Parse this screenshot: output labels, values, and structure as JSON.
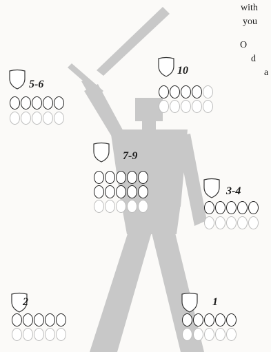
{
  "side_text": {
    "line_1": "with",
    "line_2": "you",
    "line_3": "O",
    "line_4": "d",
    "line_5": "a"
  },
  "locations": [
    {
      "name": "head",
      "range": "10",
      "armor_pips": 5,
      "armor_pips_faint": 1,
      "structure_pips": 5
    },
    {
      "name": "right-arm",
      "range": "5-6",
      "armor_pips": 5,
      "armor_pips_faint": 0,
      "structure_pips": 5
    },
    {
      "name": "torso",
      "range": "7-9",
      "armor_pips": 10,
      "armor_pips_faint": 0,
      "structure_pips": 5
    },
    {
      "name": "left-arm",
      "range": "3-4",
      "armor_pips": 5,
      "armor_pips_faint": 0,
      "structure_pips": 5
    },
    {
      "name": "right-leg",
      "range": "2",
      "armor_pips": 5,
      "armor_pips_faint": 0,
      "structure_pips": 5
    },
    {
      "name": "left-leg",
      "range": "1",
      "armor_pips": 5,
      "armor_pips_faint": 0,
      "structure_pips": 5
    }
  ],
  "colors": {
    "silhouette": "#c8c8c8",
    "pip_outline": "#222222",
    "pip_faint": "#bdbdbd"
  }
}
